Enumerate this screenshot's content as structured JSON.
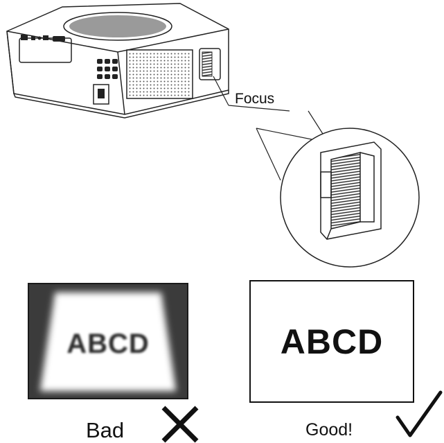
{
  "labels": {
    "focus": "Focus",
    "bad": "Bad",
    "good": "Good!"
  },
  "samples": {
    "blurred_text": "ABCD",
    "sharp_text": "ABCD"
  },
  "icons": {
    "bad": "cross-mark-icon",
    "good": "check-mark-icon"
  },
  "colors": {
    "line": "#222222",
    "bad_frame": "#3b3b3b"
  }
}
